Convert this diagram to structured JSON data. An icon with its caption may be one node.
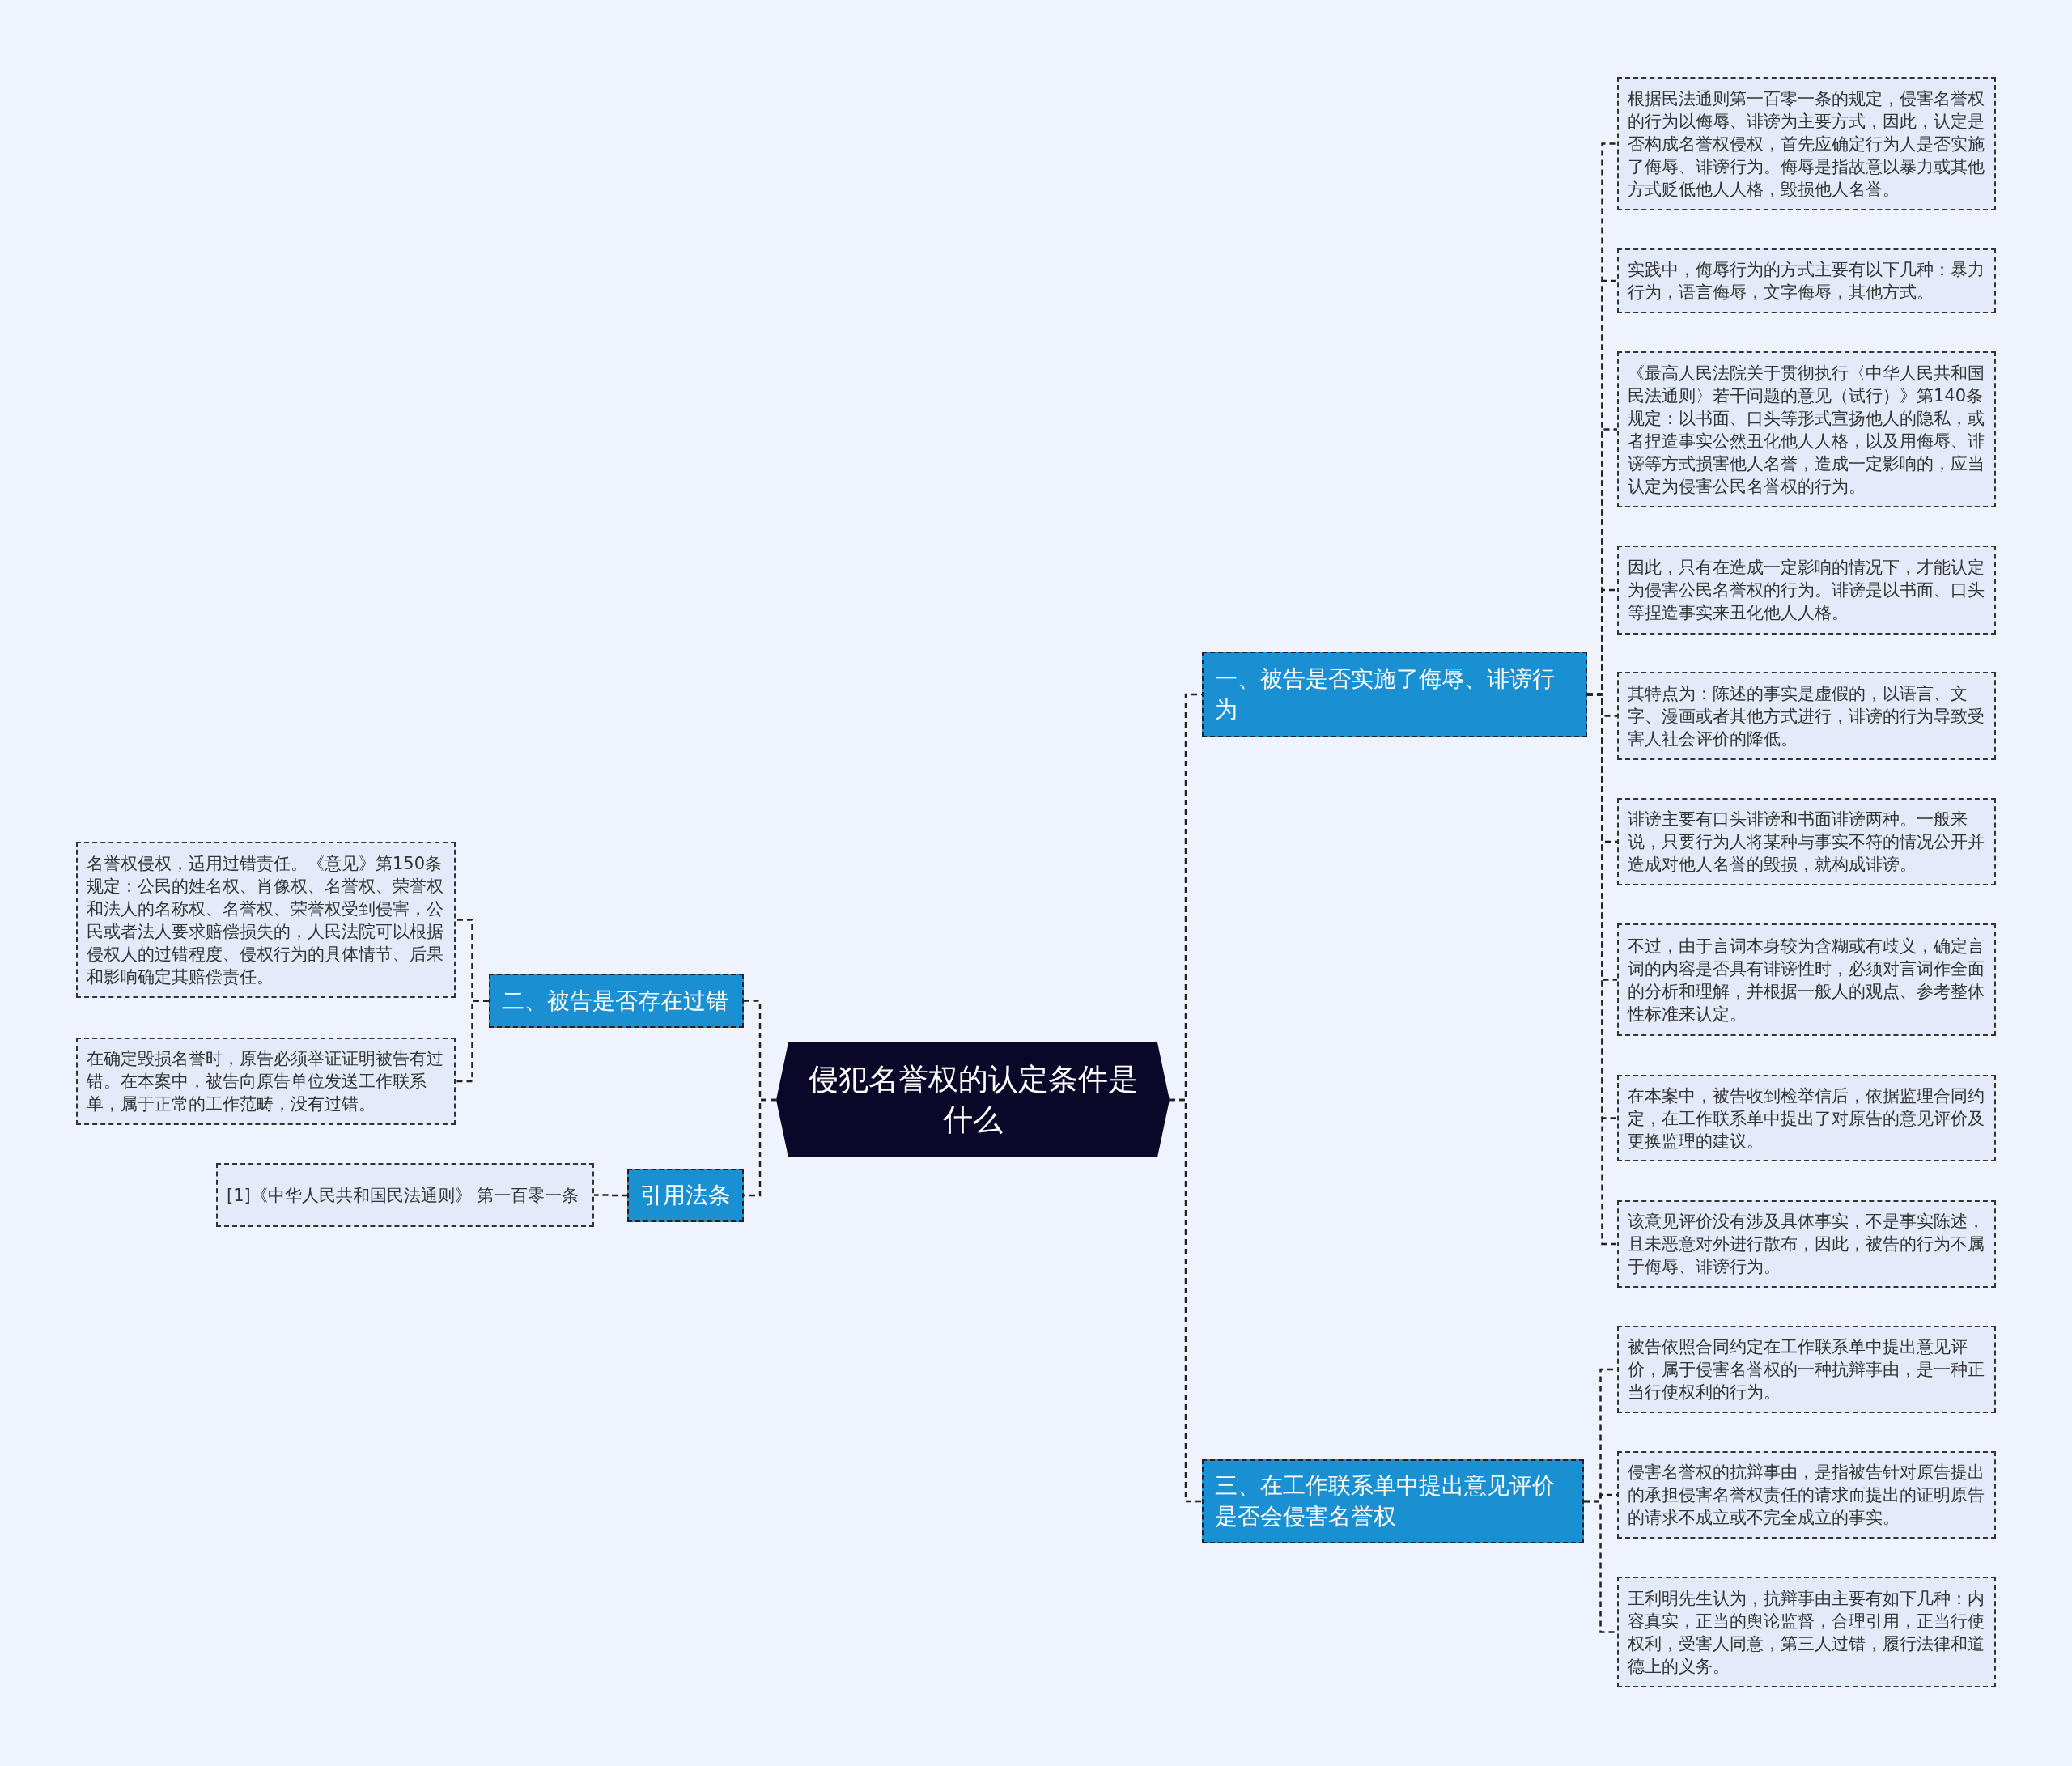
{
  "diagram": {
    "nodes": [
      {
        "text": [
          "侵犯名誉权的认定条件是什么"
        ]
      },
      {
        "text": [
          "一、被告是否实施了侮辱、诽谤行为"
        ]
      },
      {
        "text": [
          "根据民法通则第一百零一条的规定，侵害名誉权的行为以侮辱、诽谤为主要方式，因此，认定是否构成名誉权侵权，首先应确定行为人是否实施了侮辱、诽谤行为。侮辱是指故意以暴力或其他方式贬低他人人格，毁损他人名誉。"
        ]
      },
      {
        "text": [
          "实践中，侮辱行为的方式主要有以下几种：暴力行为，语言侮辱，文字侮辱，其他方式。"
        ]
      },
      {
        "text": [
          "《最高人民法院关于贯彻执行〈中华人民共和国民法通则〉若干问题的意见（试行）》第140条规定：以书面、口头等形式宣扬他人的隐私，或者捏造事实公然丑化他人人格，以及用侮辱、诽谤等方式损害他人名誉，造成一定影响的，应当认定为侵害公民名誉权的行为。"
        ]
      },
      {
        "text": [
          "因此，只有在造成一定影响的情况下，才能认定为侵害公民名誉权的行为。诽谤是以书面、口头等捏造事实来丑化他人人格。"
        ]
      },
      {
        "text": [
          "其特点为：陈述的事实是虚假的，以语言、文字、漫画或者其他方式进行，诽谤的行为导致受害人社会评价的降低。"
        ]
      },
      {
        "text": [
          "诽谤主要有口头诽谤和书面诽谤两种。一般来说，只要行为人将某种与事实不符的情况公开并造成对他人名誉的毁损，就构成诽谤。"
        ]
      },
      {
        "text": [
          "不过，由于言词本身较为含糊或有歧义，确定言词的内容是否具有诽谤性时，必须对言词作全面的分析和理解，并根据一般人的观点、参考整体性标准来认定。"
        ]
      },
      {
        "text": [
          "在本案中，被告收到检举信后，依据监理合同约定，在工作联系单中提出了对原告的意见评价及更换监理的建议。"
        ]
      },
      {
        "text": [
          "该意见评价没有涉及具体事实，不是事实陈述，且未恶意对外进行散布，因此，被告的行为不属于侮辱、诽谤行为。"
        ]
      },
      {
        "text": [
          "三、在工作联系单中提出意见评价是否会侵害名誉权"
        ]
      },
      {
        "text": [
          "被告依照合同约定在工作联系单中提出意见评价，属于侵害名誉权的一种抗辩事由，是一种正当行使权利的行为。"
        ]
      },
      {
        "text": [
          "侵害名誉权的抗辩事由，是指被告针对原告提出的承担侵害名誉权责任的请求而提出的证明原告的请求不成立或不完全成立的事实。"
        ]
      },
      {
        "text": [
          "王利明先生认为，抗辩事由主要有如下几种：内容真实，正当的舆论监督，合理引用，正当行使权利，受害人同意，第三人过错，履行法律和道德上的义务。"
        ]
      },
      {
        "text": [
          "二、被告是否存在过错"
        ]
      },
      {
        "text": [
          "名誉权侵权，适用过错责任。《意见》第150条规定：公民的姓名权、肖像权、名誉权、荣誉权和法人的名称权、名誉权、荣誉权受到侵害，公民或者法人要求赔偿损失的，人民法院可以根据侵权人的过错程度、侵权行为的具体情节、后果和影响确定其赔偿责任。"
        ]
      },
      {
        "text": [
          "在确定毁损名誉时，原告必须举证证明被告有过错。在本案中，被告向原告单位发送工作联系单，属于正常的工作范畴，没有过错。"
        ]
      },
      {
        "text": [
          "引用法条"
        ]
      },
      {
        "text": [
          "[1]《中华人民共和国民法通则》 第一百零一条"
        ]
      }
    ],
    "edges": [
      {
        "from": 0,
        "to": 1,
        "arrow": "none",
        "style": "dashed"
      },
      {
        "from": 1,
        "to": 2,
        "arrow": "none",
        "style": "dashed"
      },
      {
        "from": 1,
        "to": 3,
        "arrow": "none",
        "style": "dashed"
      },
      {
        "from": 1,
        "to": 4,
        "arrow": "none",
        "style": "dashed"
      },
      {
        "from": 1,
        "to": 5,
        "arrow": "none",
        "style": "dashed"
      },
      {
        "from": 1,
        "to": 6,
        "arrow": "none",
        "style": "dashed"
      },
      {
        "from": 1,
        "to": 7,
        "arrow": "none",
        "style": "dashed"
      },
      {
        "from": 1,
        "to": 8,
        "arrow": "none",
        "style": "dashed"
      },
      {
        "from": 1,
        "to": 9,
        "arrow": "none",
        "style": "dashed"
      },
      {
        "from": 1,
        "to": 10,
        "arrow": "none",
        "style": "dashed"
      },
      {
        "from": 0,
        "to": 11,
        "arrow": "none",
        "style": "dashed"
      },
      {
        "from": 11,
        "to": 12,
        "arrow": "none",
        "style": "dashed"
      },
      {
        "from": 11,
        "to": 13,
        "arrow": "none",
        "style": "dashed"
      },
      {
        "from": 11,
        "to": 14,
        "arrow": "none",
        "style": "dashed"
      },
      {
        "from": 0,
        "to": 15,
        "arrow": "none",
        "style": "dashed"
      },
      {
        "from": 15,
        "to": 16,
        "arrow": "none",
        "style": "dashed"
      },
      {
        "from": 15,
        "to": 17,
        "arrow": "none",
        "style": "dashed"
      },
      {
        "from": 0,
        "to": 18,
        "arrow": "none",
        "style": "dashed"
      },
      {
        "from": 18,
        "to": 19,
        "arrow": "none",
        "style": "dashed"
      }
    ]
  }
}
